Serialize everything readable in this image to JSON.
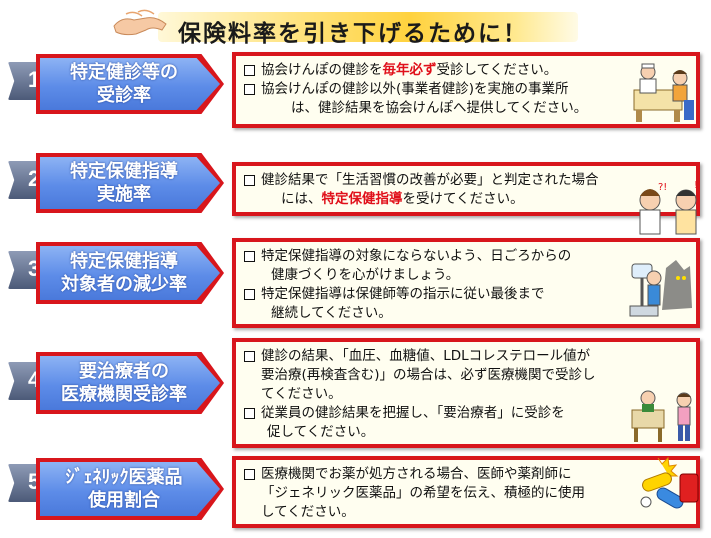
{
  "title": "保険料率を引き下げるために！",
  "rows": [
    {
      "num": "1",
      "label": [
        "特定健診等の",
        "受診率"
      ],
      "items": [
        {
          "pre": "協会けんぽの健診を",
          "red": "毎年必ず",
          "post": "受診してください。"
        },
        {
          "text1": "協会けんぽの健診以外(事業者健診)を実施の事業所",
          "text2": "は、健診結果を協会けんぽへ提供してください。"
        }
      ],
      "illustration": "doctor-patient-icon"
    },
    {
      "num": "2",
      "label": [
        "特定保健指導",
        "実施率"
      ],
      "items": [
        {
          "text1": "健診結果で「生活習慣の改善が必要」と判定された場合",
          "pre": "には、",
          "red": "特定保健指導",
          "post": "を受けてください。"
        }
      ],
      "illustration": "consultation-icon"
    },
    {
      "num": "3",
      "label": [
        "特定保健指導",
        "対象者の減少率"
      ],
      "items": [
        {
          "text1": "特定保健指導の対象にならないよう、日ごろからの",
          "text2": "健康づくりを心がけましょう。"
        },
        {
          "text1": "特定保健指導は保健師等の指示に従い最後まで",
          "text2": "継続してください。"
        }
      ],
      "illustration": "scale-weighing-icon"
    },
    {
      "num": "4",
      "label": [
        "要治療者の",
        "医療機関受診率"
      ],
      "items": [
        {
          "text1": "健診の結果、「血圧、血糖値、LDLコレステロール値が",
          "text2": "要治療(再検査含む)」の場合は、必ず医療機関で受診し",
          "text3": "てください。"
        },
        {
          "text1": "従業員の健診結果を把握し、「要治療者」に受診を",
          "text2": "促してください。"
        }
      ],
      "illustration": "workers-icon"
    },
    {
      "num": "5",
      "label": [
        "ｼﾞｪﾈﾘｯｸ医薬品",
        "使用割合"
      ],
      "items": [
        {
          "text1": "医療機関でお薬が処方される場合、医師や薬剤師に",
          "text2": "「ジェネリック医薬品」の希望を伝え、積極的に使用",
          "text3": "してください。"
        }
      ],
      "illustration": "medicine-pills-icon"
    }
  ]
}
